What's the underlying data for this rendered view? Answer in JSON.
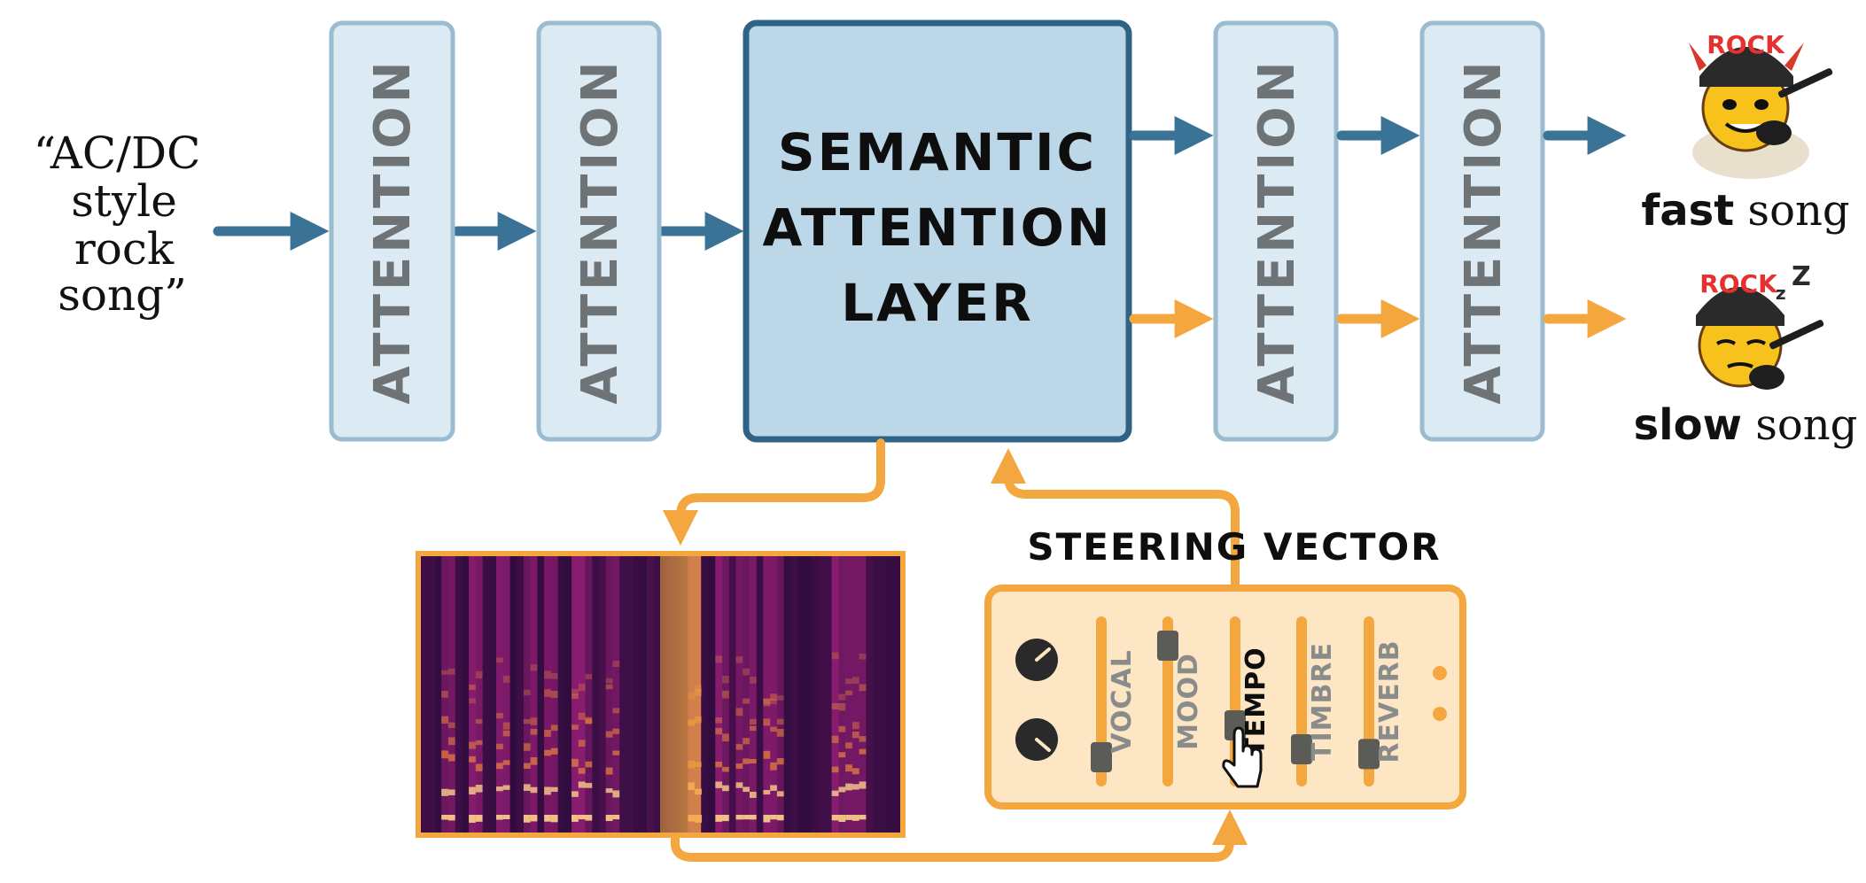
{
  "input_prompt": {
    "lines": [
      "“AC/DC",
      "style",
      "rock",
      "song”"
    ]
  },
  "attention_blocks": [
    {
      "label": "ATTENTION"
    },
    {
      "label": "ATTENTION"
    },
    {
      "label": "ATTENTION"
    },
    {
      "label": "ATTENTION"
    }
  ],
  "semantic_layer": {
    "lines": [
      "SEMANTIC",
      "ATTENTION",
      "LAYER"
    ]
  },
  "steering_vector": {
    "title": "STEERING VECTOR",
    "sliders": [
      {
        "label": "VOCAL",
        "level": 0.15,
        "active": false
      },
      {
        "label": "MOOD",
        "level": 0.85,
        "active": false
      },
      {
        "label": "TEMPO",
        "level": 0.35,
        "active": true
      },
      {
        "label": "TIMBRE",
        "level": 0.2,
        "active": false
      },
      {
        "label": "REVERB",
        "level": 0.17,
        "active": false
      }
    ],
    "knob_icon": "knob-icon",
    "cursor_icon": "hand-pointer-icon"
  },
  "outputs": [
    {
      "bold": "fast",
      "rest": " song",
      "badge": "ROCK",
      "icon": "rocker-emoji-fast-icon",
      "arrow_color": "#3a7396"
    },
    {
      "bold": "slow",
      "rest": " song",
      "badge": "ROCK",
      "icon": "rocker-emoji-sleepy-icon",
      "arrow_color": "#f4a73f"
    }
  ],
  "colors": {
    "blue_arrow": "#3a7396",
    "orange_arrow": "#f4a73f",
    "attention_fill": "#dcebf3",
    "attention_stroke": "#9bbbd0",
    "semantic_fill": "#bcd8e8",
    "semantic_stroke": "#2e6385",
    "steer_fill": "#fde6c4",
    "steer_stroke": "#f4a73f"
  }
}
